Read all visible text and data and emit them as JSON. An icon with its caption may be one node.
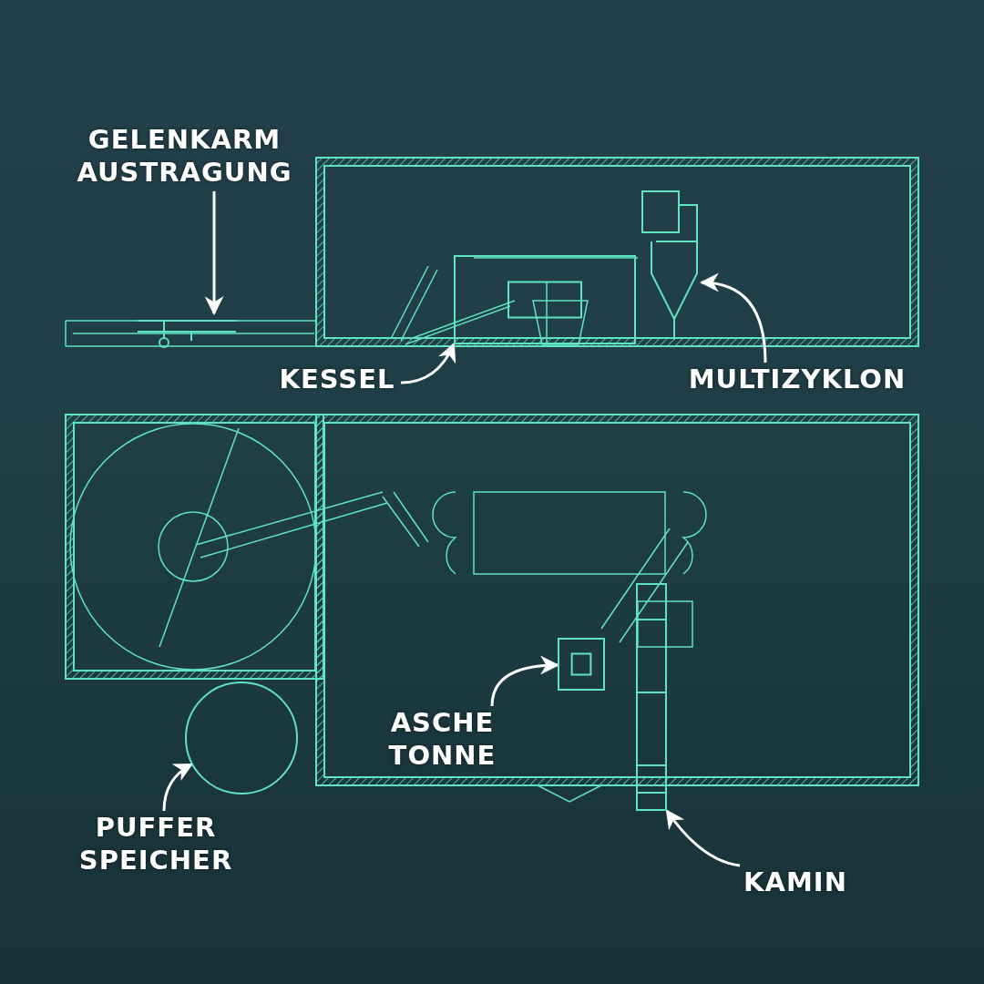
{
  "diagram": {
    "nodes": [
      {
        "text": [
          "GELENKARM AUSTRAGUNG"
        ]
      },
      {
        "text": [
          "KESSEL"
        ]
      },
      {
        "text": [
          "MULTIZYKLON"
        ]
      },
      {
        "text": [
          "ASCHE TONNE"
        ]
      },
      {
        "text": [
          "PUFFER SPEICHER"
        ]
      },
      {
        "text": [
          "KAMIN"
        ]
      },
      {
        "text": [],
        "shape": "picture"
      },
      {
        "text": [],
        "shape": "box"
      },
      {
        "text": [],
        "shape": "picture"
      },
      {
        "text": [],
        "shape": "box"
      },
      {
        "text": [],
        "shape": "circle"
      },
      {
        "text": [],
        "shape": "picture"
      }
    ],
    "edges": [
      {
        "from": 0,
        "to": 6,
        "arrow": "to"
      },
      {
        "from": 1,
        "to": 7,
        "arrow": "to"
      },
      {
        "from": 2,
        "to": 8,
        "arrow": "to"
      },
      {
        "from": 3,
        "to": 9,
        "arrow": "to"
      },
      {
        "from": 4,
        "to": 10,
        "arrow": "to"
      },
      {
        "from": 5,
        "to": 11,
        "arrow": "to"
      }
    ]
  }
}
